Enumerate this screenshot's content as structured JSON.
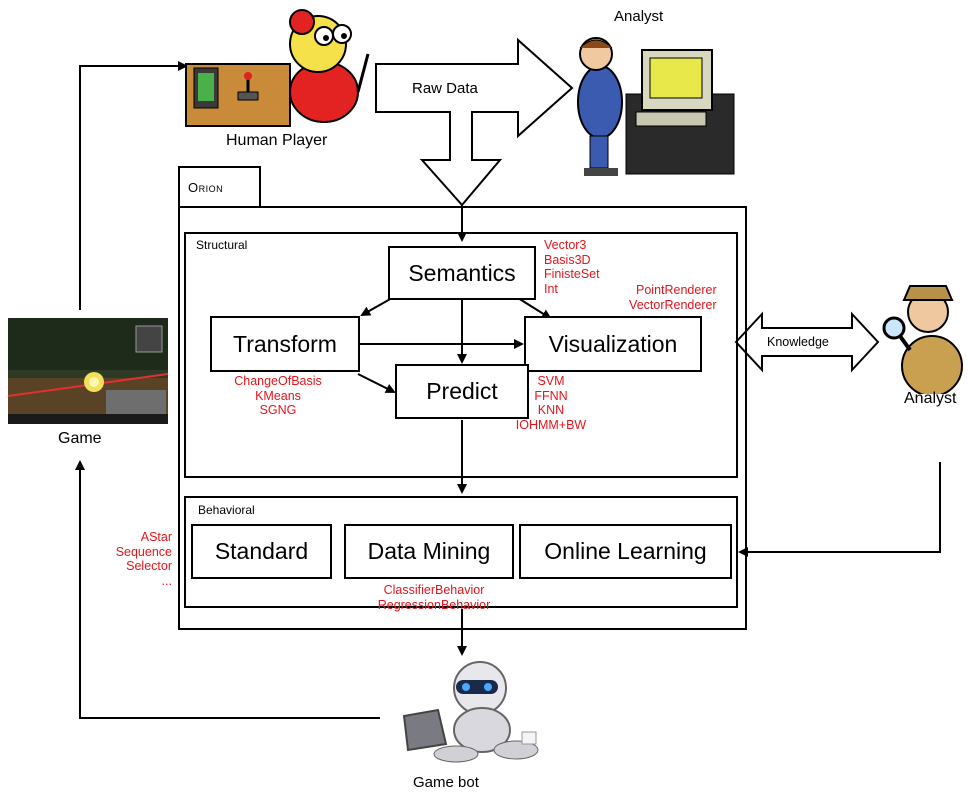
{
  "labels": {
    "analyst_top": "Analyst",
    "raw_data": "Raw Data",
    "human_player": "Human Player",
    "orion": "Orion",
    "structural": "Structural",
    "behavioral": "Behavioral",
    "game": "Game",
    "analyst_right": "Analyst",
    "knowledge": "Knowledge",
    "game_bot": "Game bot"
  },
  "nodes": {
    "semantics": "Semantics",
    "transform": "Transform",
    "visualization": "Visualization",
    "predict": "Predict",
    "standard": "Standard",
    "data_mining": "Data Mining",
    "online_learning": "Online Learning"
  },
  "annotations": {
    "semantics_types": [
      "Vector3",
      "Basis3D",
      "FinisteSet",
      "Int"
    ],
    "renderers": [
      "PointRenderer",
      "VectorRenderer"
    ],
    "transform_methods": [
      "ChangeOfBasis",
      "KMeans",
      "SGNG"
    ],
    "predict_methods": [
      "SVM",
      "FFNN",
      "KNN",
      "IOHMM+BW"
    ],
    "game_behaviors": [
      "AStar",
      "Sequence",
      "Selector",
      "..."
    ],
    "mining_behaviors": [
      "ClassifierBehavior",
      "RegressionBehavior"
    ]
  },
  "colors": {
    "annotation": "#e8141b",
    "line": "#000000"
  },
  "icons": [
    "human-player-illustration",
    "analyst-computer-illustration",
    "game-screenshot",
    "detective-analyst-illustration",
    "robot-laptop-illustration"
  ]
}
